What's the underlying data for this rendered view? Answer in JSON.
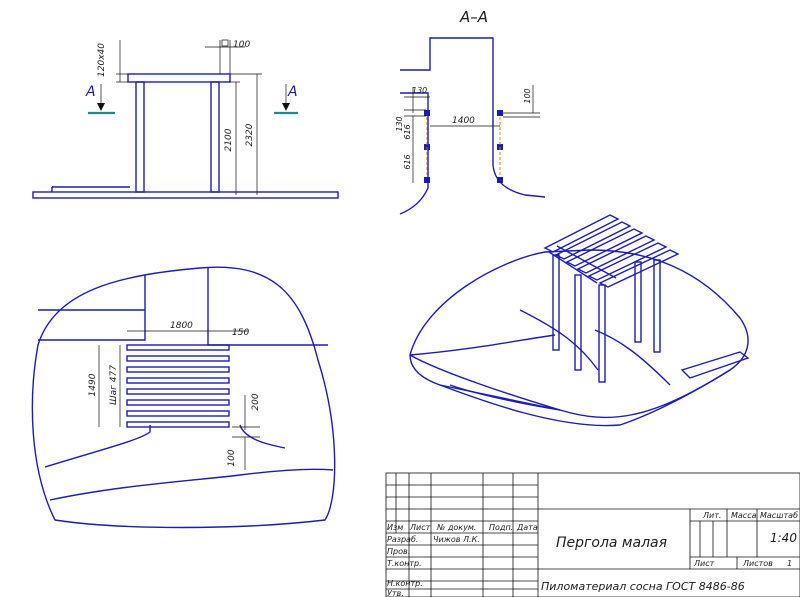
{
  "section_marker": "А–А",
  "elevation": {
    "cut_left": "А",
    "cut_right": "А",
    "dim_beam_section": "120х40",
    "dim_overhang": "100",
    "dim_height_inner": "2100",
    "dim_height_total": "2320"
  },
  "section_view": {
    "dim_post_size": "130",
    "dim_offset": "130",
    "dim_spacing_1": "616",
    "dim_spacing_2": "616",
    "dim_span": "1400",
    "dim_right_offset": "100"
  },
  "plan_view": {
    "dim_length": "1800",
    "dim_overhang": "150",
    "dim_width": "1490",
    "dim_step": "Шаг 477",
    "dim_edge": "200",
    "dim_bottom": "100"
  },
  "title_block": {
    "col_izm": "Изм",
    "col_list": "Лист",
    "col_doc": "№ докум.",
    "col_podp": "Подп.",
    "col_data": "Дата",
    "row_razrab": "Разраб.",
    "razrab_name": "Чижов Л.К.",
    "row_prov": "Пров.",
    "row_tkontr": "Т.контр.",
    "row_nkontr": "Н.контр.",
    "row_utv": "Утв.",
    "drawing_title": "Пергола малая",
    "material": "Пиломатериал сосна  ГОСТ 8486-86",
    "col_lit": "Лит.",
    "col_massa": "Масса",
    "col_masshtab": "Масштаб",
    "scale_value": "1:40",
    "sheet_label": "Лист",
    "sheets_label": "Листов",
    "sheets_value": "1"
  }
}
